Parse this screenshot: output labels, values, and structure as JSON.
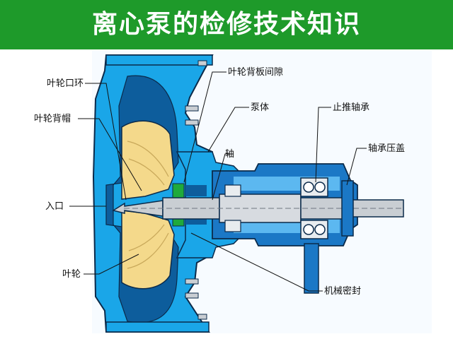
{
  "title": "离心泵的检修技术知识",
  "colors": {
    "title_bg": "#1e9a2a",
    "title_text": "#ffffff",
    "casing": "#1aa6e8",
    "casing_dark": "#0d5d9c",
    "impeller": "#f4d98b",
    "shaft": "#c9ced3",
    "bearing_housing": "#1b78c6",
    "seal_green": "#1faa3c",
    "outline": "#0b2a4a"
  },
  "labels": {
    "impeller_ring": "叶轮口环",
    "impeller_back_cap": "叶轮背帽",
    "inlet": "入口",
    "impeller": "叶轮",
    "back_plate_gap": "叶轮背板间隙",
    "pump_body": "泵体",
    "shaft": "轴",
    "thrust_bearing": "止推轴承",
    "bearing_gland": "轴承压盖",
    "mechanical_seal": "机械密封"
  }
}
